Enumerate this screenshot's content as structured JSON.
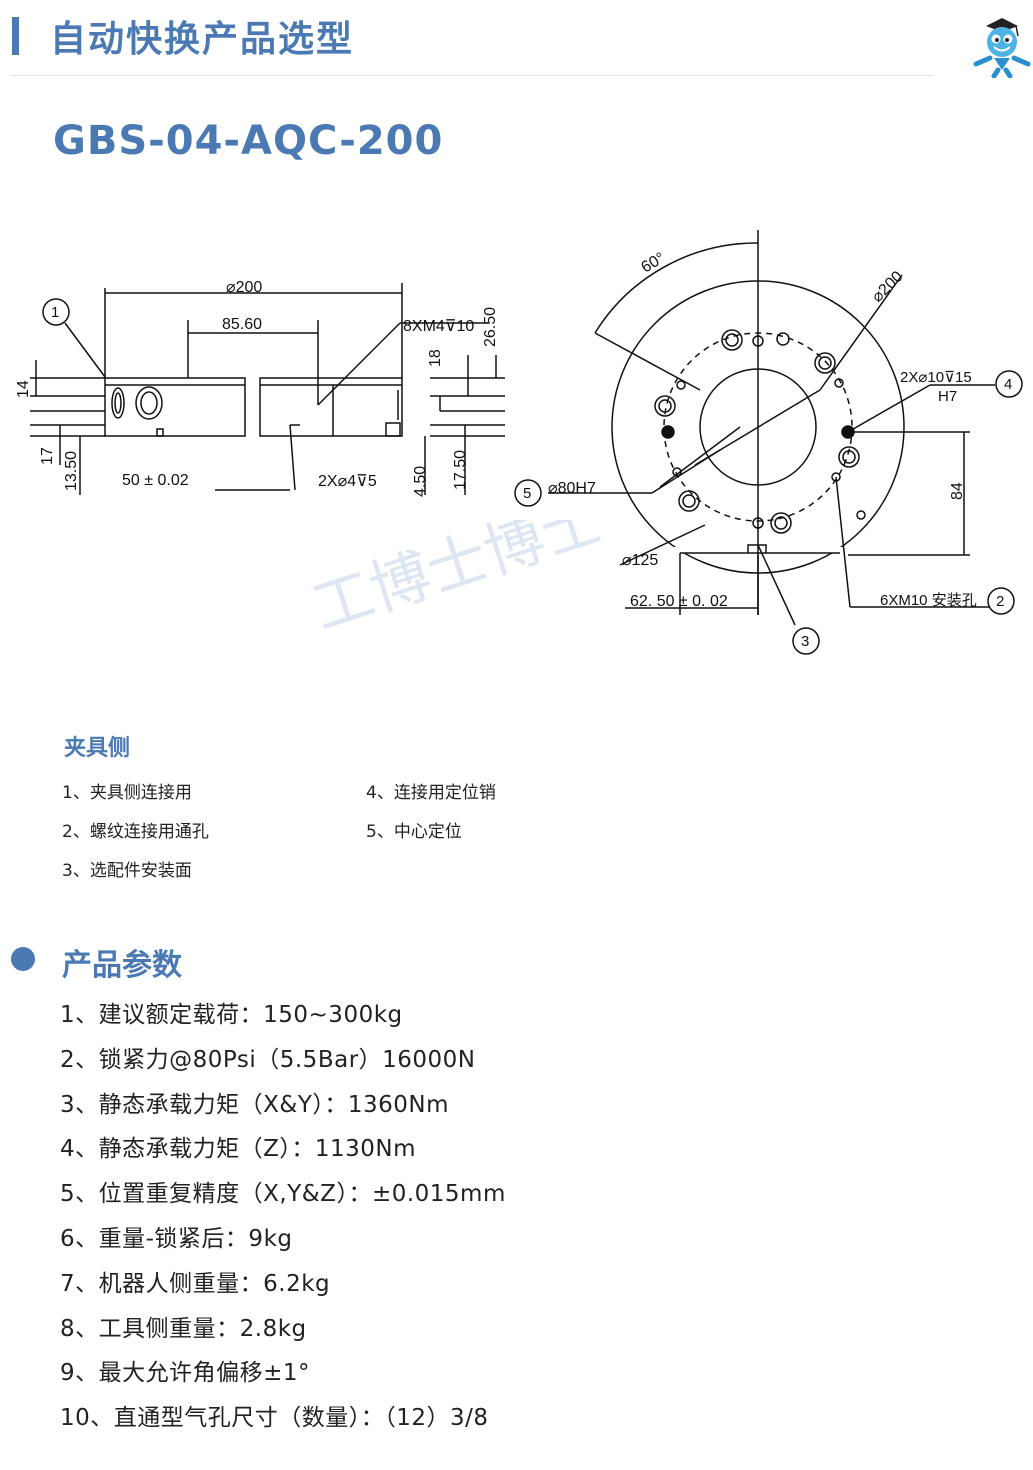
{
  "header": {
    "title": "自动快换产品选型"
  },
  "model": "GBS-04-AQC-200",
  "drawing": {
    "left_labels": {
      "phi200": "⌀200",
      "d85": "85.60",
      "thread": "8XM4⊽10",
      "d2650": "26.50",
      "d18": "18",
      "d14": "14",
      "d17": "17",
      "d1350": "13.50",
      "d50": "50 ± 0.02",
      "holes": "2X⌀4⊽5",
      "d450": "4.50",
      "d1750": "17.50",
      "callout1": "1"
    },
    "right_labels": {
      "angle": "60°",
      "phi200": "⌀200",
      "pin": "2X⌀10⊽15",
      "h7": "H7",
      "callout4": "4",
      "center": "⌀80H7",
      "callout5": "5",
      "d84": "84",
      "phi125": "⌀125",
      "d6250": "62. 50 ± 0. 02",
      "mount": "6XM10 安装孔",
      "callout2": "2",
      "callout3": "3"
    }
  },
  "side": {
    "title": "夹具侧",
    "parts": [
      "1、夹具侧连接用",
      "2、螺纹连接用通孔",
      "3、选配件安装面",
      "4、连接用定位销",
      "5、中心定位"
    ]
  },
  "params": {
    "title": "产品参数",
    "items": [
      "1、建议额定载荷：150~300kg",
      "2、锁紧力@80Psi（5.5Bar）16000N",
      "3、静态承载力矩（X&Y）：1360Nm",
      "4、静态承载力矩（Z）：1130Nm",
      "5、位置重复精度（X,Y&Z）：±0.015mm",
      "6、重量-锁紧后：9kg",
      "7、机器人侧重量：6.2kg",
      "8、工具侧重量：2.8kg",
      "9、最大允许角偏移±1°",
      "10、直通型气孔尺寸（数量）：（12）3/8"
    ]
  },
  "watermark": {
    "text": "工博士博士"
  },
  "colors": {
    "accent": "#4a79b3"
  },
  "icons": [
    "mascot-icon"
  ]
}
